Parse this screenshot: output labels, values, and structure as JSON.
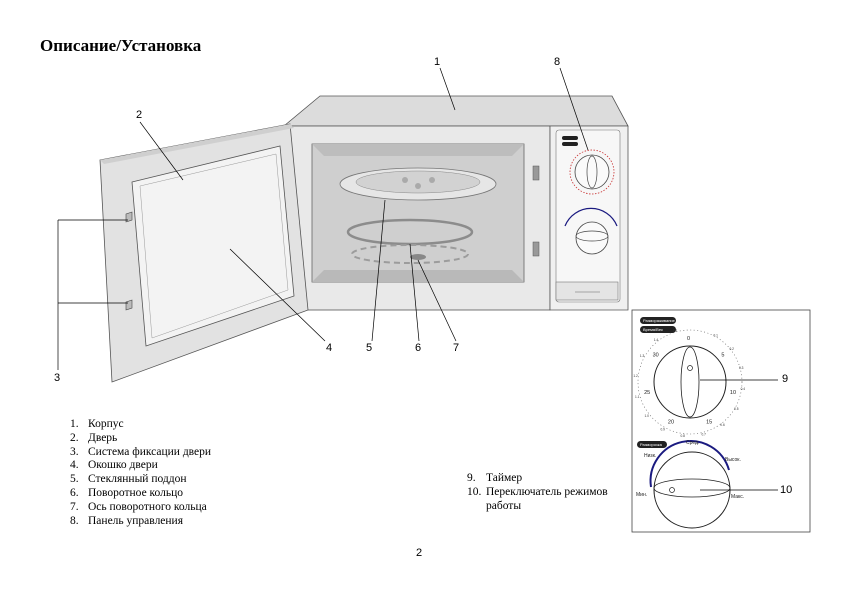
{
  "title": "Описание/Установка",
  "page_number": "2",
  "parts": [
    {
      "num": "1.",
      "text": "Корпус"
    },
    {
      "num": "2.",
      "text": "Дверь"
    },
    {
      "num": "3.",
      "text": "Система фиксации двери"
    },
    {
      "num": "4.",
      "text": "Окошко двери"
    },
    {
      "num": "5.",
      "text": "Стеклянный поддон"
    },
    {
      "num": "6.",
      "text": "Поворотное кольцо"
    },
    {
      "num": "7.",
      "text": "Ось поворотного кольца"
    },
    {
      "num": "8.",
      "text": "Панель управления"
    }
  ],
  "controls": [
    {
      "num": "9.",
      "text": "Таймер"
    },
    {
      "num": "10.",
      "text": "Переключатель режимов работы"
    }
  ],
  "callouts": [
    "1",
    "2",
    "3",
    "4",
    "5",
    "6",
    "7",
    "8",
    "9",
    "10"
  ],
  "timer_dial": {
    "minute_ticks": [
      "0",
      "5",
      "10",
      "15",
      "20",
      "25",
      "30"
    ],
    "kg_ticks": [
      "0.1",
      "0.2",
      "0.3",
      "0.4",
      "0.5",
      "0.6",
      "0.7",
      "0.8",
      "0.9",
      "1.0",
      "1.1",
      "1.2",
      "1.3",
      "1.4",
      "1.5"
    ]
  },
  "power_dial": {
    "min": "Мин.",
    "low": "Низк.",
    "medium": "Сред.",
    "high": "Высок.",
    "max": "Макс."
  },
  "colors": {
    "dial_accent": "#1a1a80",
    "panel_dots": "#c83030"
  }
}
